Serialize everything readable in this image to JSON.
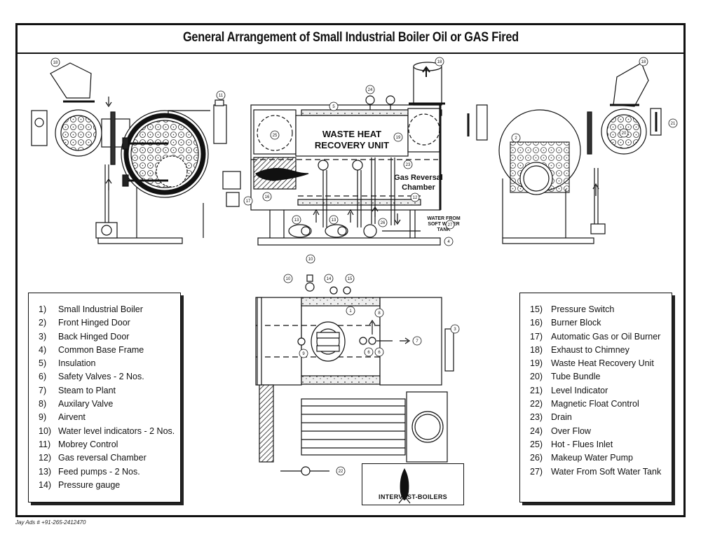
{
  "title": "General Arrangement of Small Industrial Boiler Oil or GAS Fired",
  "diagram_labels": {
    "waste_heat_line1": "WASTE HEAT",
    "waste_heat_line2": "RECOVERY UNIT",
    "gas_reversal_line1": "Gas Reversal",
    "gas_reversal_line2": "Chamber",
    "water_from_line1": "WATER FROM",
    "water_from_line2": "SOFT WATER",
    "water_from_line3": "TANK"
  },
  "callouts": {
    "c1": "1",
    "c2": "2",
    "c3": "3",
    "c4": "4",
    "c5": "5",
    "c6": "6",
    "c7": "7",
    "c8": "8",
    "c9": "9",
    "c10": "10",
    "c11": "11",
    "c12": "12",
    "c13": "13",
    "c14": "14",
    "c15": "15",
    "c16": "16",
    "c17": "17",
    "c18": "18",
    "c19": "19",
    "c20": "20",
    "c21": "21",
    "c22": "22",
    "c23": "23",
    "c24": "24",
    "c25": "25",
    "c26": "26",
    "c27": "27"
  },
  "legend_left": [
    {
      "num": "1)",
      "label": "Small Industrial Boiler"
    },
    {
      "num": "2)",
      "label": "Front Hinged Door"
    },
    {
      "num": "3)",
      "label": "Back Hinged Door"
    },
    {
      "num": "4)",
      "label": "Common Base Frame"
    },
    {
      "num": "5)",
      "label": "Insulation"
    },
    {
      "num": "6)",
      "label": "Safety Valves - 2 Nos."
    },
    {
      "num": "7)",
      "label": "Steam to Plant"
    },
    {
      "num": "8)",
      "label": "Auxilary Valve"
    },
    {
      "num": "9)",
      "label": "Airvent"
    },
    {
      "num": "10)",
      "label": "Water level indicators - 2 Nos."
    },
    {
      "num": "11)",
      "label": "Mobrey Control"
    },
    {
      "num": "12)",
      "label": "Gas reversal Chamber"
    },
    {
      "num": "13)",
      "label": "Feed pumps - 2 Nos."
    },
    {
      "num": "14)",
      "label": "Pressure gauge"
    }
  ],
  "legend_right": [
    {
      "num": "15)",
      "label": "Pressure Switch"
    },
    {
      "num": "16)",
      "label": "Burner Block"
    },
    {
      "num": "17)",
      "label": "Automatic Gas or Oil Burner"
    },
    {
      "num": "18)",
      "label": "Exhaust to Chimney"
    },
    {
      "num": "19)",
      "label": "Waste Heat Recovery Unit"
    },
    {
      "num": "20)",
      "label": "Tube Bundle"
    },
    {
      "num": "21)",
      "label": "Level Indicator"
    },
    {
      "num": "22)",
      "label": "Magnetic Float Control"
    },
    {
      "num": "23)",
      "label": "Drain"
    },
    {
      "num": "24)",
      "label": "Over Flow"
    },
    {
      "num": "25)",
      "label": "Hot - Flues Inlet"
    },
    {
      "num": "26)",
      "label": "Makeup Water Pump"
    },
    {
      "num": "27)",
      "label": "Water From Soft Water Tank"
    }
  ],
  "logo": {
    "text": "INTERVEST-BOILERS"
  },
  "footer": "Jay Ads # +91-265-2412470"
}
